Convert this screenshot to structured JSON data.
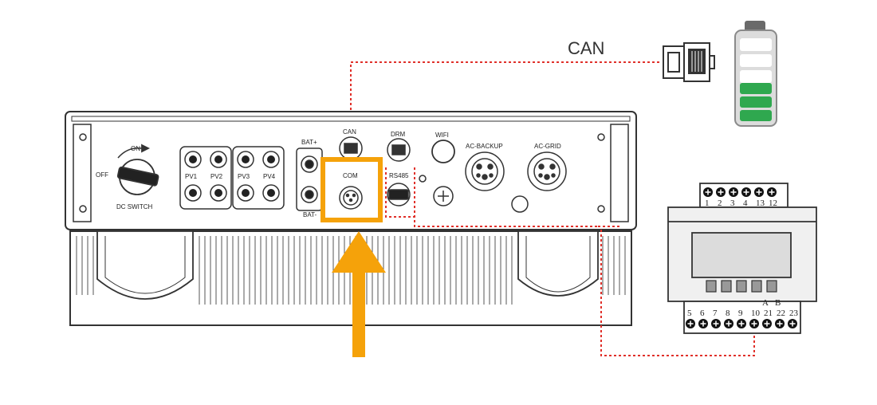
{
  "can_cable_label": "CAN",
  "inverter": {
    "dc_switch": {
      "on": "ON",
      "off": "OFF",
      "label": "DC SWITCH"
    },
    "pv_ports": [
      "PV1",
      "PV2",
      "PV3",
      "PV4"
    ],
    "battery_ports": {
      "positive": "BAT+",
      "negative": "BAT-"
    },
    "comm_ports": {
      "can": "CAN",
      "com": "COM",
      "drm": "DRM",
      "rs485": "RS485",
      "wifi": "WIFI"
    },
    "ac_ports": {
      "backup": "AC-BACKUP",
      "grid": "AC-GRID"
    }
  },
  "meter": {
    "top_terminals": [
      "1",
      "2",
      "3",
      "4",
      "13",
      "12"
    ],
    "bottom_terminals": [
      "5",
      "6",
      "7",
      "8",
      "9",
      "10",
      "21",
      "22",
      "23"
    ],
    "ab_labels": [
      "A",
      "B"
    ]
  },
  "colors": {
    "highlight": "#f5a20a",
    "cable": "#e0302a",
    "battery_full": "#2fa84f",
    "outline": "#333333"
  },
  "icons": [
    "rj45-connector-icon",
    "battery-icon",
    "arrow-up-icon"
  ]
}
